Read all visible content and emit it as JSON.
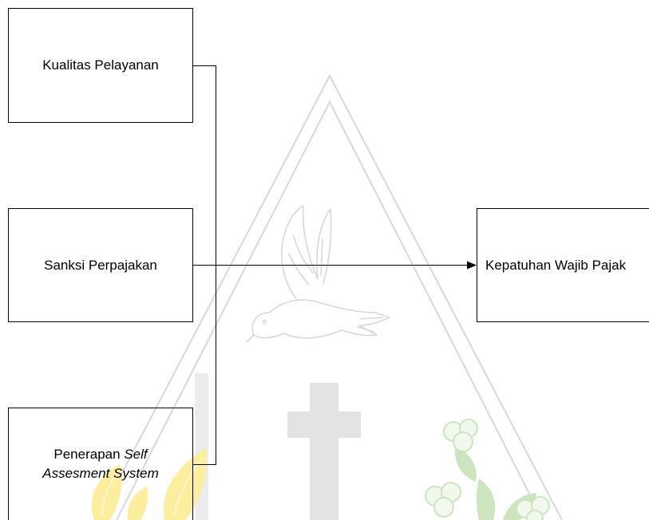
{
  "diagram": {
    "nodes": [
      {
        "label": "Kualitas Pelayanan"
      },
      {
        "label": "Sanksi Perpajakan"
      },
      {
        "label_plain": "Penerapan",
        "label_italic": [
          "Self",
          "Assesment System"
        ]
      },
      {
        "label": "Kepatuhan Wajib Pajak"
      }
    ]
  },
  "colors": {
    "background": "#ffffff",
    "line": "#000000",
    "text": "#000000",
    "watermark_gray": "#d8d8d8",
    "watermark_cross": "#e3e3e3",
    "watermark_yellow": "#fbee9c",
    "watermark_green": "#cde5bf"
  },
  "watermark": {
    "icons": [
      "triangle-icon",
      "dove-icon",
      "cross-icon",
      "rice-icon",
      "cotton-icon"
    ]
  }
}
